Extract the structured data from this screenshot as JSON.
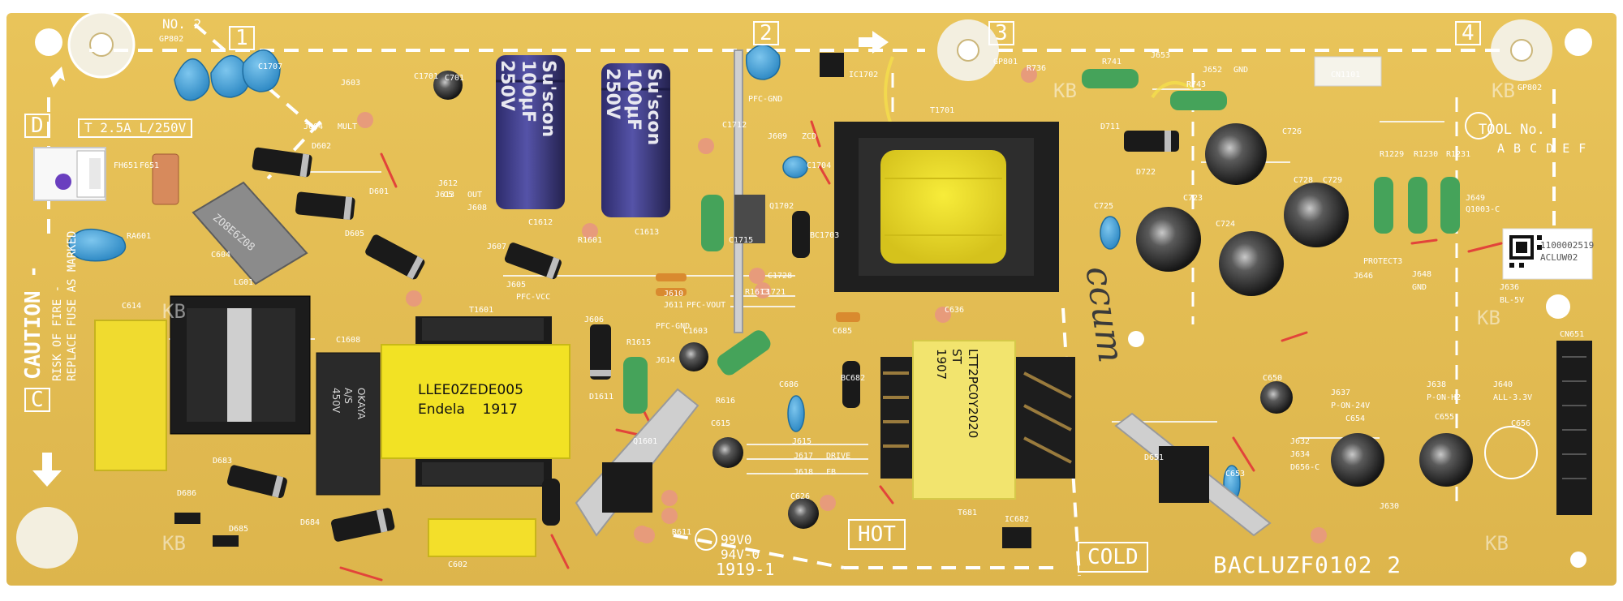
{
  "board": {
    "part_number": "BACLUZF0102 2",
    "fuse_rating": "T 2.5A L/250V",
    "caution_heading": "CAUTION -",
    "caution_line1": "RISK OF FIRE -",
    "caution_line2": "REPLACE FUSE AS MARKED",
    "hot_label": "HOT",
    "cold_label": "COLD",
    "tool_no_label": "TOOL No.",
    "tool_letters": "A B C D E F",
    "no2_label": "NO. 2",
    "corner_numbers": [
      "1",
      "2",
      "3",
      "4"
    ],
    "corner_letters": [
      "D",
      "C"
    ],
    "date_code": "1919-1",
    "flame_rating_line1": "99V0",
    "flame_rating_line2": "94V-0",
    "handwriting": "ccum"
  },
  "capacitors": [
    {
      "brand": "Su'scon",
      "value": "100μF",
      "voltage": "250V"
    },
    {
      "brand": "Su'scon",
      "value": "100μF",
      "voltage": "250V"
    }
  ],
  "transformers": {
    "t1601_line1": "LLEE0ZEDE005",
    "t1601_line2": "Endela",
    "t1601_line3": "1917",
    "t681_line1": "LTT2PC0Y2020",
    "t681_line2": "ST",
    "t681_line3": "1907"
  },
  "filter_caps": {
    "c604_marking": "ZO8E6Z08",
    "c1608_brand": "OKAYA",
    "c1608_code": "A/S",
    "c1608_voltage": "450V"
  },
  "qr_label": {
    "line1": "1100002519",
    "line2": "ACLUW02"
  },
  "designators": [
    "GP802",
    "C1707",
    "J603",
    "J604",
    "MULT",
    "D602",
    "D601",
    "C1701",
    "J612",
    "C5",
    "J608",
    "OUT",
    "C1612",
    "C1613",
    "R1601",
    "J607",
    "D605",
    "J605",
    "PFC-VCC",
    "LG01",
    "C604",
    "FH651",
    "F651",
    "RA601",
    "C614",
    "T1601",
    "C1608",
    "J606",
    "D1611",
    "R1615",
    "J614",
    "PFC-GND",
    "C1603",
    "R616",
    "C686",
    "J615",
    "J617",
    "DRIVE",
    "J618",
    "FB",
    "C615",
    "Q1601",
    "C626",
    "R611",
    "D683",
    "D686",
    "D685",
    "D684",
    "C602",
    "C701",
    "J613",
    "PFC-GND",
    "J609",
    "ZCD",
    "IC1702",
    "T1701",
    "Q1702",
    "BC1703",
    "C1704",
    "C1712",
    "R1613",
    "C1715",
    "J610",
    "PFC-VOUT",
    "J611",
    "C1721",
    "C685",
    "C1728",
    "C636",
    "BC682",
    "T681",
    "D651",
    "C653",
    "IC682",
    "GP801",
    "R736",
    "R741",
    "R743",
    "J653",
    "J652",
    "GND",
    "CN1101",
    "D711",
    "D722",
    "C726",
    "C723",
    "C724",
    "C725",
    "C728",
    "C729",
    "R1229",
    "R1230",
    "R1231",
    "J649",
    "Q1003-C",
    "J646",
    "PROTECT3",
    "J648",
    "GND",
    "J636",
    "BL-5V",
    "CN651",
    "C650",
    "C654",
    "C655",
    "C656",
    "J637",
    "P-ON-24V",
    "J638",
    "P-ON-H2",
    "J640",
    "ALL-3.3V",
    "J632",
    "J634",
    "D656-C",
    "J630",
    "GP802"
  ],
  "kb_marks": [
    "KB",
    "KB",
    "KB",
    "KB",
    "KB",
    "KB"
  ]
}
